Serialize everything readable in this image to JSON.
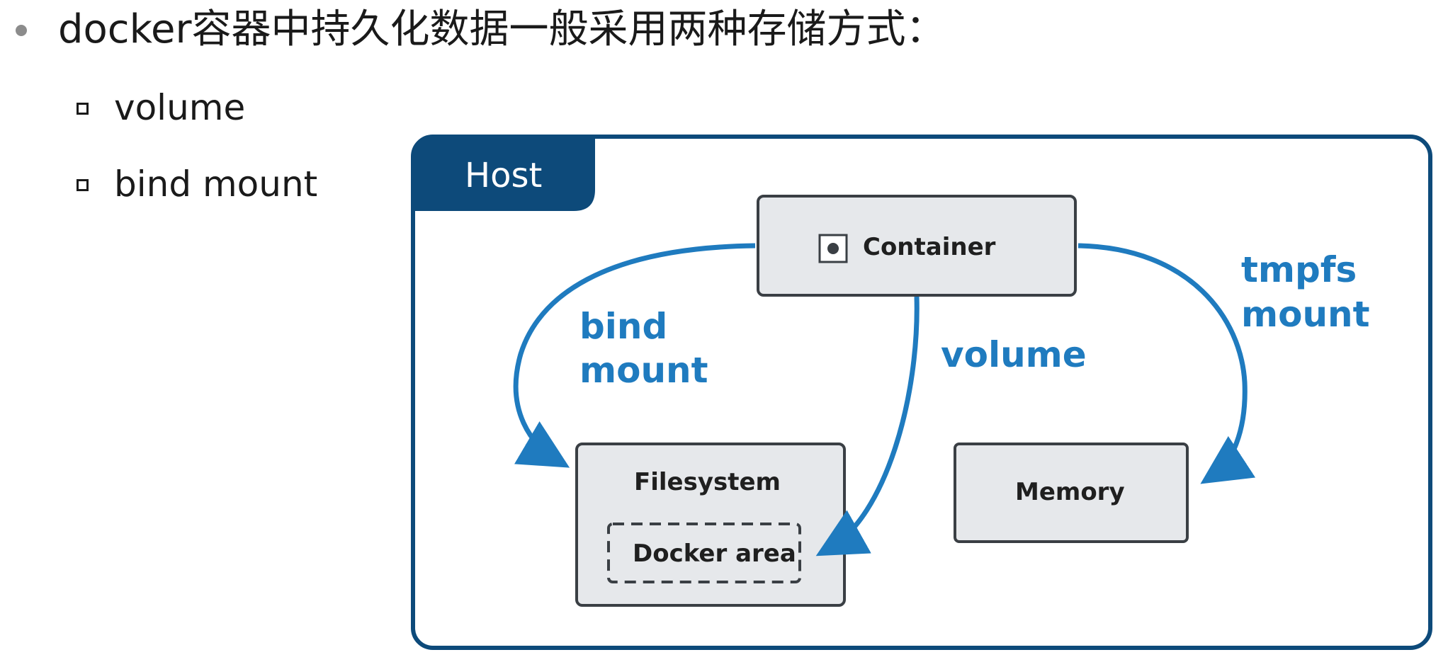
{
  "heading": "docker容器中持久化数据一般采用两种存储方式：",
  "list_items": [
    "volume",
    "bind mount"
  ],
  "diagram": {
    "host_label": "Host",
    "container_label": "Container",
    "filesystem_label": "Filesystem",
    "docker_area_label": "Docker area",
    "memory_label": "Memory",
    "bind_mount_label": [
      "bind",
      "mount"
    ],
    "volume_label": "volume",
    "tmpfs_mount_label": [
      "tmpfs",
      "mount"
    ]
  },
  "colors": {
    "host_border": "#0d4a7a",
    "arrow_blue": "#1f7bbf",
    "box_fill": "#e6e8eb",
    "box_border": "#3a3f44"
  }
}
